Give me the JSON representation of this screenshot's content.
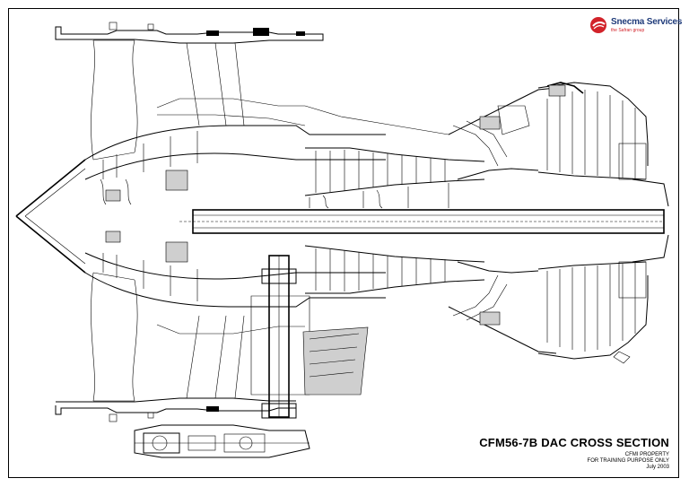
{
  "logo": {
    "name": "Snecma Services",
    "subtitle": "the Safran group",
    "colors": {
      "mark": "#d2232a",
      "text": "#1f3b7a"
    }
  },
  "title": "CFM56-7B DAC  CROSS  SECTION",
  "notes": [
    "CFMI PROPERTY",
    "FOR TRAINING PURPOSE ONLY",
    "July 2003"
  ]
}
